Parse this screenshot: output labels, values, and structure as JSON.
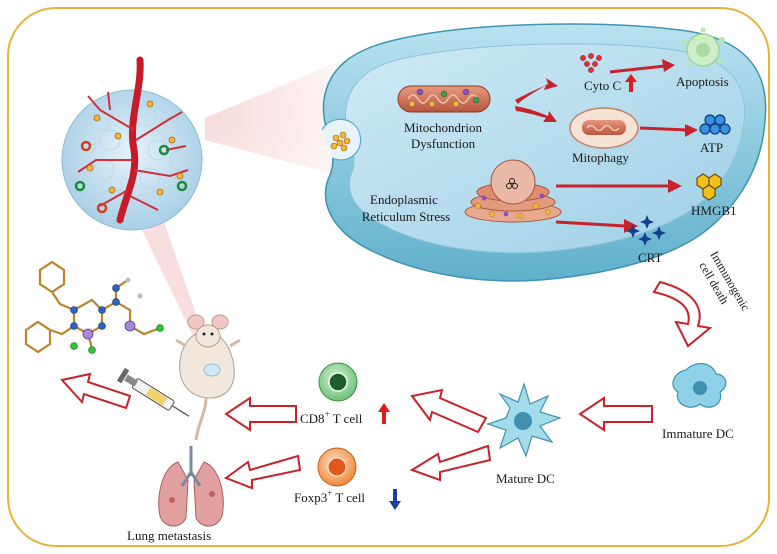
{
  "labels": {
    "mito_line1": "Mitochondrion",
    "mito_line2": "Dysfunction",
    "er_line1": "Endoplasmic",
    "er_line2": "Reticulum Stress",
    "cyto_c": "Cyto C",
    "apoptosis": "Apoptosis",
    "mitophagy": "Mitophagy",
    "atp": "ATP",
    "hmgb1": "HMGB1",
    "crt": "CRT",
    "icd_line1": "Immunogenic",
    "icd_line2": "cell death",
    "immature_dc": "Immature DC",
    "mature_dc": "Mature DC",
    "cd8_prefix": "CD8",
    "cd8_suffix": " T cell",
    "foxp3_prefix": "Foxp3",
    "foxp3_suffix": " T cell",
    "plus_sign": "+",
    "lung_metastasis": "Lung metastasis"
  },
  "colors": {
    "frame": "#e8b33a",
    "arrow_red": "#c8232c",
    "cell_blue": "#7fc6dc",
    "up_arrow": "#e01b1b",
    "down_arrow": "#1b3f9a"
  },
  "icons": {
    "tumor": "tumor-sphere-icon",
    "mouse": "mouse-icon",
    "syringe": "syringe-icon",
    "lungs": "lungs-icon",
    "molecule": "molecule-structure-icon",
    "dc": "dendritic-cell-icon"
  }
}
